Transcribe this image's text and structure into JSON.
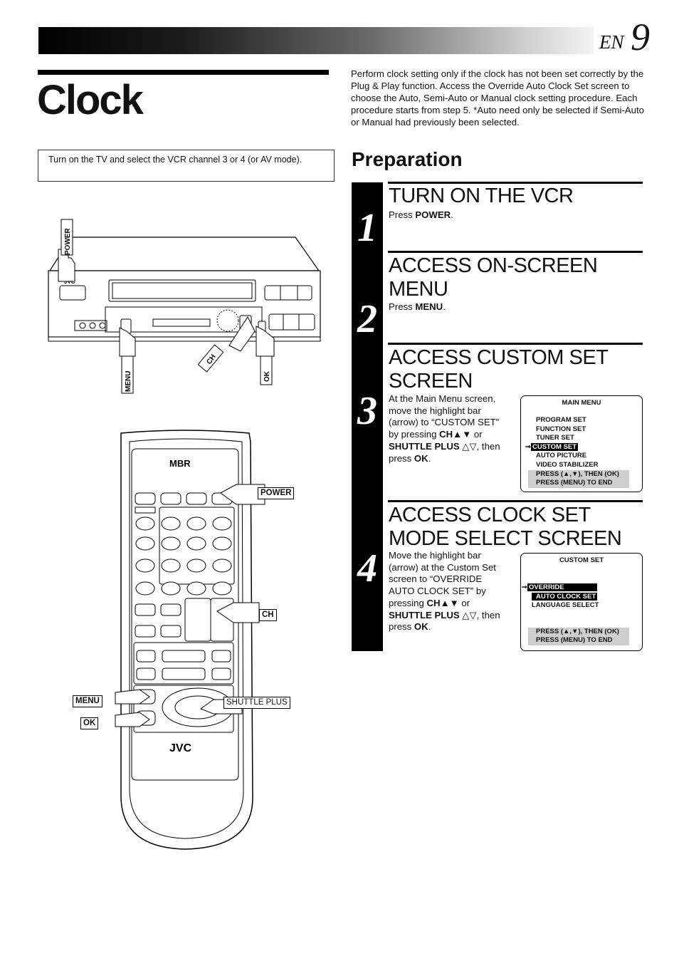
{
  "header": {
    "lang": "EN",
    "page_number": "9"
  },
  "title": "Clock",
  "note": "Turn on the TV and select the VCR channel 3 or 4 (or AV mode).",
  "intro": "Perform clock setting only if the clock has not been set correctly by the Plug & Play function. Access the Override Auto Clock Set screen to choose the Auto, Semi-Auto or Manual clock setting procedure. Each procedure starts from step 5. *Auto need only be selected if Semi-Auto or Manual had previously been selected.",
  "preparation": "Preparation",
  "steps": [
    {
      "number": "1",
      "heading": "TURN ON THE VCR",
      "text_a": "Press ",
      "text_b": "POWER",
      "text_c": "."
    },
    {
      "number": "2",
      "heading": "ACCESS ON-SCREEN MENU",
      "text_a": "Press ",
      "text_b": "MENU",
      "text_c": "."
    },
    {
      "number": "3",
      "heading": "ACCESS CUSTOM SET SCREEN",
      "t1": "At the Main Menu screen,",
      "t2": "move the highlight bar",
      "t3": "(arrow) to “CUSTOM SET”",
      "t4a": "by pressing ",
      "t4b": "CH▲▼",
      "t4c": " or",
      "t5a": "SHUTTLE PLUS",
      "t5b": " △▽, then",
      "t6a": "press ",
      "t6b": "OK",
      "t6c": "."
    },
    {
      "number": "4",
      "heading": "ACCESS CLOCK SET MODE SELECT SCREEN",
      "t1": "Move the highlight bar",
      "t2": "(arrow) at the Custom Set",
      "t3": "screen to “OVERRIDE",
      "t4": "AUTO CLOCK SET” by",
      "t5a": "pressing ",
      "t5b": "CH▲▼",
      "t5c": " or",
      "t6a": "SHUTTLE PLUS",
      "t6b": " △▽, then",
      "t7a": "press ",
      "t7b": "OK",
      "t7c": "."
    }
  ],
  "main_menu": {
    "title": "MAIN MENU",
    "items": [
      "PROGRAM SET",
      "FUNCTION SET",
      "TUNER SET",
      "CUSTOM SET",
      "AUTO PICTURE",
      "VIDEO STABILIZER"
    ],
    "footer1": "PRESS (▲,▼), THEN (OK)",
    "footer2": "PRESS (MENU) TO END"
  },
  "custom_set": {
    "title": "CUSTOM SET",
    "items": [
      "OVERRIDE",
      "AUTO CLOCK SET",
      "LANGUAGE SELECT"
    ],
    "footer1": "PRESS (▲,▼), THEN (OK)",
    "footer2": "PRESS (MENU) TO END"
  },
  "vcr_labels": {
    "power": "POWER",
    "menu": "MENU",
    "ch": "CH",
    "ok": "OK",
    "brand": "JVC"
  },
  "remote_labels": {
    "power": "POWER",
    "ch": "CH",
    "menu": "MENU",
    "ok": "OK",
    "shuttle": "SHUTTLE PLUS",
    "logo": "MBR",
    "brand": "JVC"
  }
}
